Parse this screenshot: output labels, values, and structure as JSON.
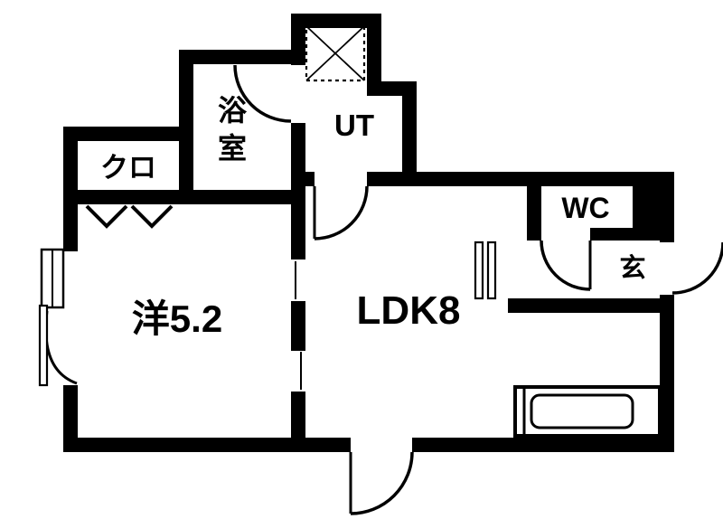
{
  "colors": {
    "wall": "#000000",
    "line": "#000000",
    "text": "#000000",
    "floor": "#ffffff"
  },
  "rooms": {
    "western": {
      "label": "洋5.2"
    },
    "ldk": {
      "label": "LDK8"
    },
    "closet": {
      "label": "クロ"
    },
    "bath": {
      "label": "浴室",
      "char1": "浴",
      "char2": "室"
    },
    "utility": {
      "label": "UT"
    },
    "wc": {
      "label": "WC"
    },
    "entrance": {
      "label": "玄"
    }
  },
  "symbols": {
    "washing_machine_pan": "dashed-box-with-x",
    "kitchen_counter": "rect-with-rounded-sink",
    "entrance_step": "double-line-step",
    "closet_doors": "folding-door-triangles",
    "doors": "quarter-circle-swing-arcs",
    "window": "double-line-window"
  }
}
